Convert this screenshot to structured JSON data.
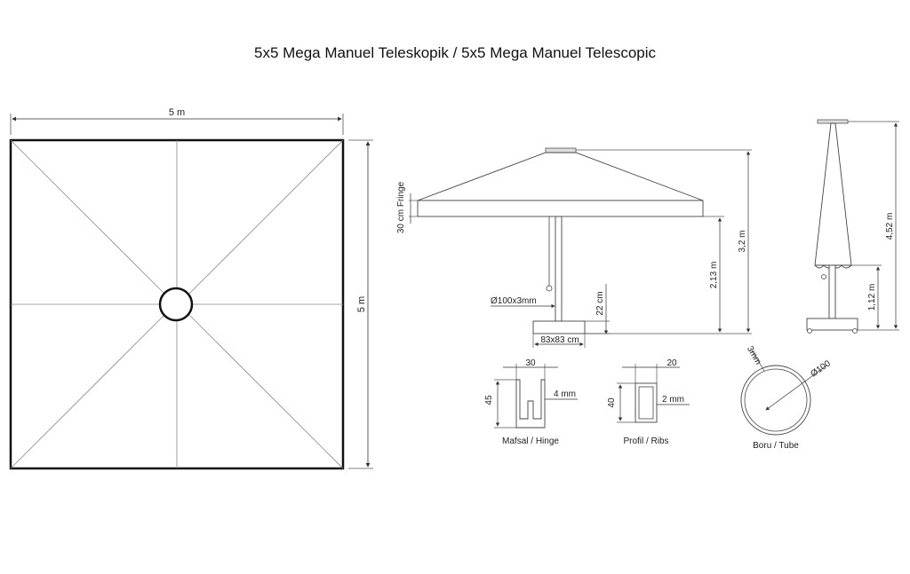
{
  "title": "5x5 Mega Manuel Teleskopik / 5x5 Mega Manuel Telescopic",
  "plan_view": {
    "width_label": "5 m",
    "depth_label": "5 m"
  },
  "side_view": {
    "fringe_label": "30 cm Fringe",
    "pole_label": "Ø100x3mm",
    "base_height_label": "22 cm",
    "base_size_label": "83x83 cm",
    "clearance_label": "2,13 m",
    "total_height_label": "3,2 m"
  },
  "closed_view": {
    "total_height_label": "4,52 m",
    "fringe_height_label": "1,12 m"
  },
  "details": {
    "hinge": {
      "width": "30",
      "height": "45",
      "thickness": "4 mm",
      "caption": "Mafsal / Hinge"
    },
    "rib": {
      "width": "20",
      "height": "40",
      "thickness": "2 mm",
      "caption": "Profil / Ribs"
    },
    "tube": {
      "diameter": "Ø100",
      "wall": "3mm",
      "caption": "Boru / Tube"
    }
  }
}
